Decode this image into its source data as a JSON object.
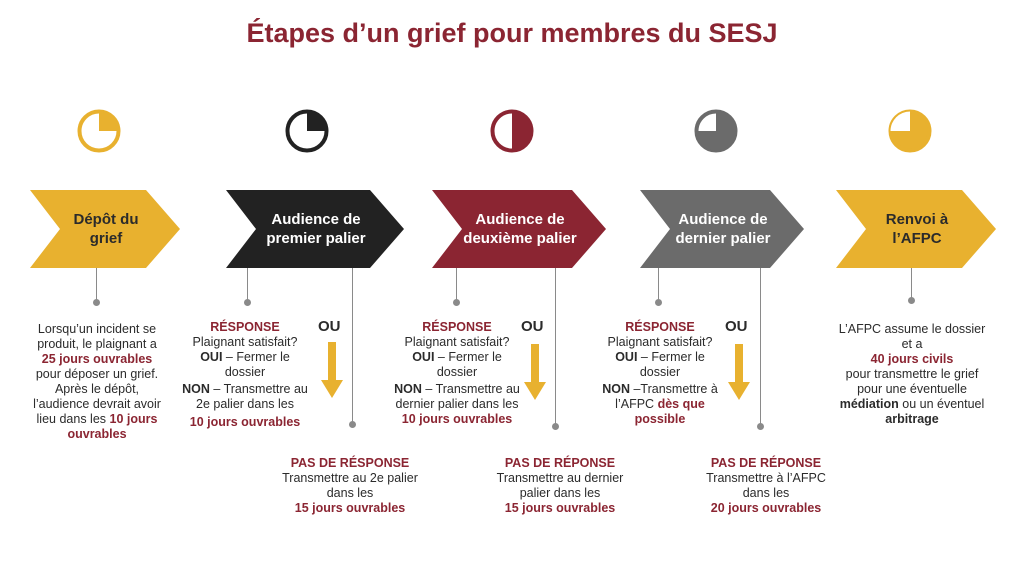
{
  "title": "Étapes d’un grief pour membres du SESJ",
  "colors": {
    "title": "#8b2532",
    "yellow": "#e8b12f",
    "dark": "#222222",
    "burgundy": "#8b2532",
    "gray": "#6b6b6b"
  },
  "stages": [
    {
      "icon": "clock-quarter-icon",
      "label": "Dépôt du grief",
      "body": {
        "l1": "Lorsqu’un incident se",
        "l2": "produit, le plaignant a",
        "deadline": "25 jours ouvrables",
        "l3": "pour déposer un grief.",
        "l4": "Après le dépôt,",
        "l5": "l’audience devrait avoir",
        "l6": "lieu dans les",
        "deadline2": "10 jours ouvrables"
      }
    },
    {
      "icon": "clock-quarter-icon",
      "label": "Audience de premier palier",
      "response": {
        "heading": "RÉSPONSE",
        "question": "Plaignant satisfait?",
        "oui_label": "OUI",
        "oui_text": "– Fermer le dossier",
        "non_label": "NON",
        "non_text": "– Transmettre au 2e palier dans les",
        "non_deadline": "10 jours ouvrables"
      },
      "ou": "OU",
      "no_response": {
        "heading": "PAS DE RÉSPONSE",
        "text": "Transmettre au 2e palier dans les",
        "deadline": "15 jours ouvrables"
      }
    },
    {
      "icon": "clock-half-icon",
      "label": "Audience de deuxième palier",
      "response": {
        "heading": "RÉSPONSE",
        "question": "Plaignant satisfait?",
        "oui_label": "OUI",
        "oui_text": "– Fermer le dossier",
        "non_label": "NON",
        "non_text": "– Transmettre au dernier palier dans les",
        "non_deadline": "10 jours ouvrables"
      },
      "ou": "OU",
      "no_response": {
        "heading": "PAS DE RÉPONSE",
        "text": "Transmettre au dernier palier dans les",
        "deadline": "15 jours ouvrables"
      }
    },
    {
      "icon": "clock-three-quarter-icon",
      "label": "Audience de dernier palier",
      "response": {
        "heading": "RÉSPONSE",
        "question": "Plaignant satisfait?",
        "oui_label": "OUI",
        "oui_text": "– Fermer le dossier",
        "non_label": "NON",
        "non_text": "–Transmettre à l’AFPC",
        "non_deadline": "dès que possible"
      },
      "ou": "OU",
      "no_response": {
        "heading": "PAS DE RÉPONSE",
        "text": "Transmettre à l’AFPC dans les",
        "deadline": "20 jours ouvrables"
      }
    },
    {
      "icon": "clock-full-icon",
      "label": "Renvoi à l’AFPC",
      "body": {
        "l1": "L’AFPC assume le dossier",
        "l2": "et a",
        "deadline": "40 jours civils",
        "l3": "pour transmettre  le grief",
        "l4": "pour une éventuelle",
        "med": "médiation",
        "l5": "ou un éventuel",
        "arb": "arbitrage"
      }
    }
  ]
}
